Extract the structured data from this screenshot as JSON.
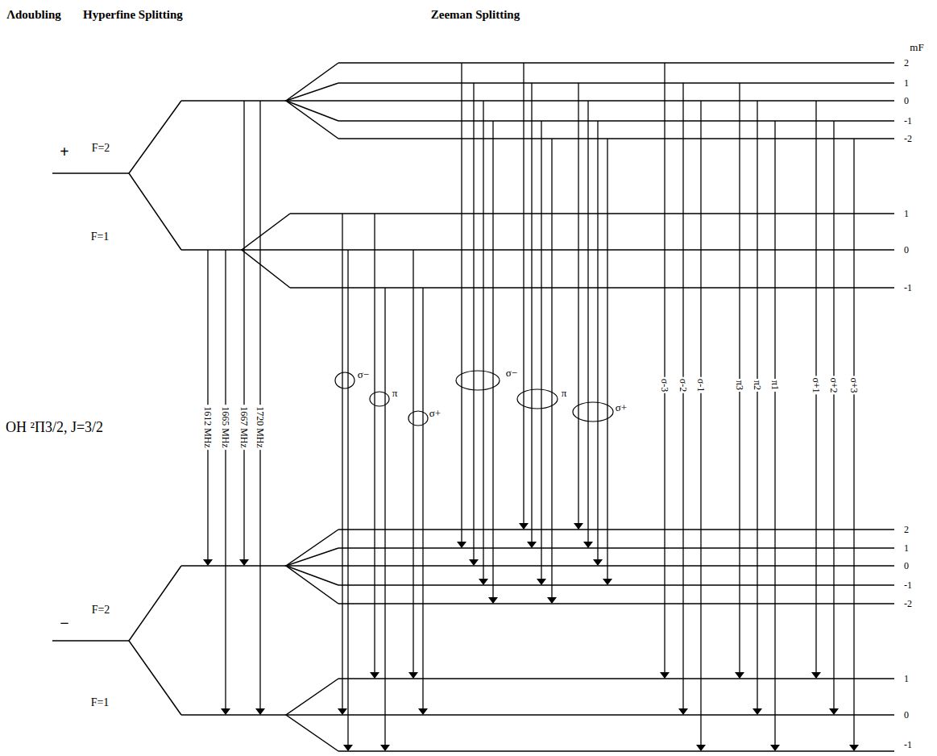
{
  "diagram": {
    "labels": [
      "Λdoubling",
      "Hyperfine Splitting",
      "Zeeman Splitting",
      "mF",
      "2",
      "1",
      "0",
      "-1",
      "-2",
      "1",
      "0",
      "-1",
      "+",
      "F=2",
      "F=1",
      "OH ²Π3/2, J=3/2",
      "1612 MHz",
      "1665 MHz",
      "1667 MHz",
      "1720 MHz",
      "σ−",
      "π",
      "σ+",
      "σ−",
      "π",
      "σ+",
      "σ-3",
      "σ-2",
      "σ-1",
      "π3",
      "π2",
      "π1",
      "σ+1",
      "σ+2",
      "σ+3",
      "F=2",
      "−",
      "F=1",
      "2",
      "1",
      "0",
      "-1",
      "-2",
      "1",
      "0",
      "-1"
    ]
  }
}
